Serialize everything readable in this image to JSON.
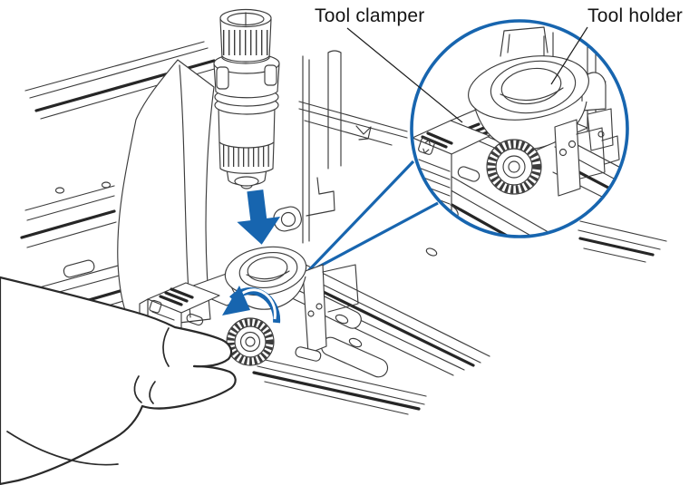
{
  "figure": {
    "labels": {
      "tool_clamper": "Tool clamper",
      "tool_holder": "Tool holder"
    },
    "colors": {
      "accent_blue": "#1765af",
      "line_dark": "#3c3c3c",
      "stripe_black": "#262626",
      "background": "#ffffff",
      "label_text": "#141414"
    },
    "icons": {
      "insert_arrow": "down-arrow-icon",
      "rotate_arrow": "counterclockwise-rotate-arrow-icon",
      "callout": "magnifier-callout-circle"
    }
  }
}
